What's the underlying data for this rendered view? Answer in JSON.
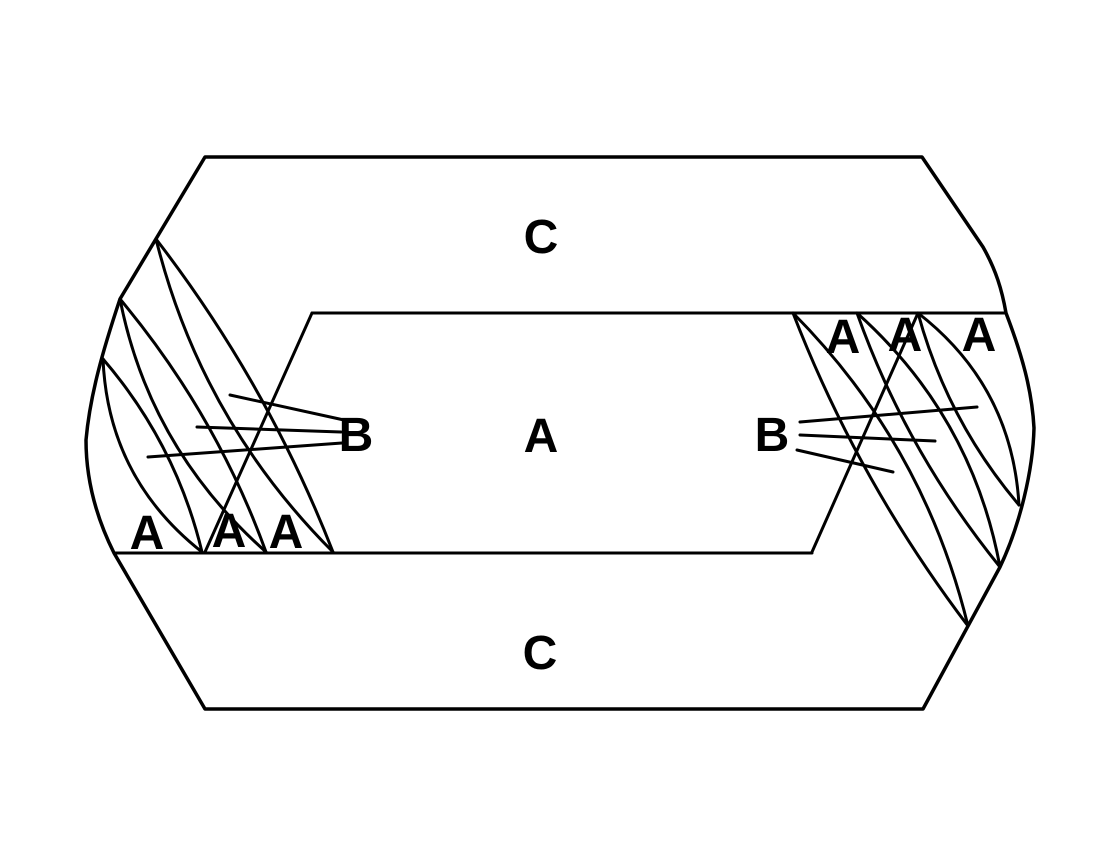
{
  "diagram": {
    "background_color": "#ffffff",
    "line_color": "#000000",
    "labels": {
      "top_band": "C",
      "bottom_band": "C",
      "core": "A",
      "left_callout": "B",
      "right_callout": "B",
      "left_lenses": [
        "A",
        "A",
        "A"
      ],
      "right_lenses": [
        "A",
        "A",
        "A"
      ]
    }
  }
}
